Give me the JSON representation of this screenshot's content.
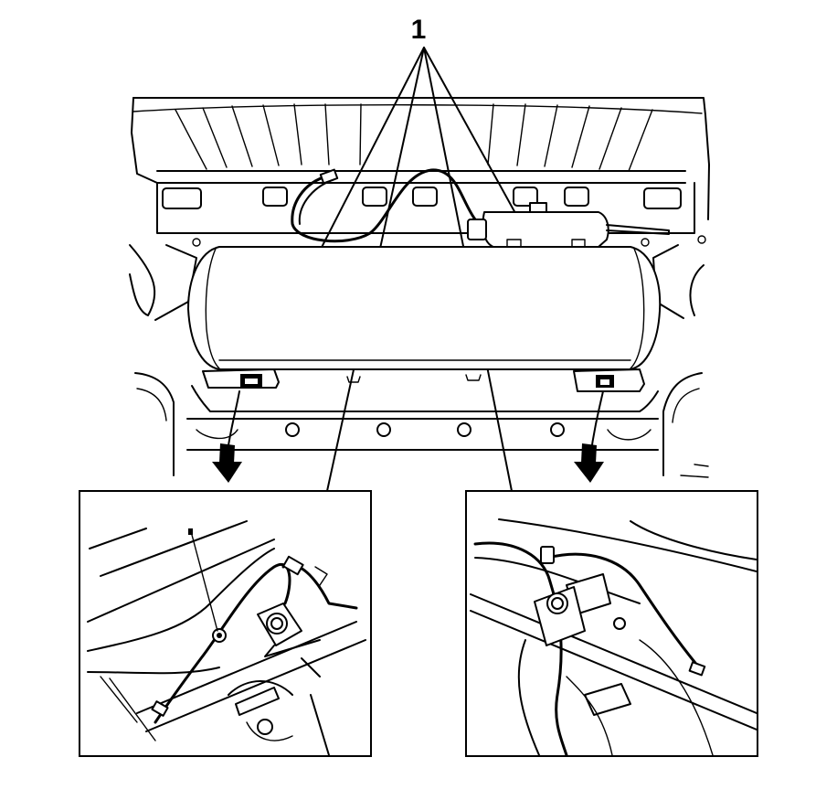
{
  "callout": {
    "number": "1"
  },
  "diagram": {
    "subject": "air-suspension-tank-mounting",
    "detail_panels": [
      "left-mount-detail",
      "right-mount-detail"
    ]
  }
}
